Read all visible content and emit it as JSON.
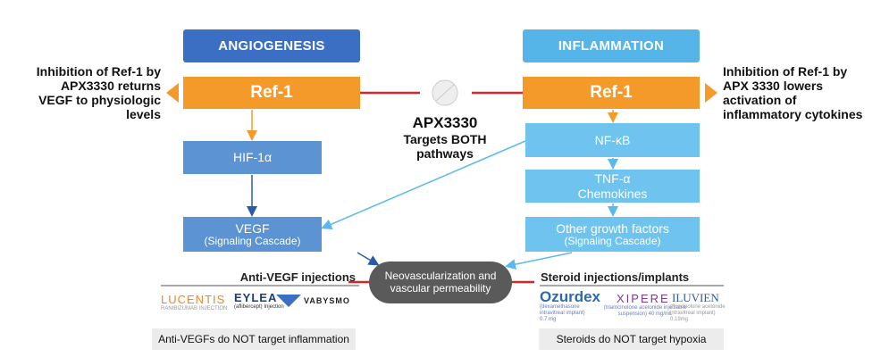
{
  "left": {
    "header": "ANGIOGENESIS",
    "ref": "Ref-1",
    "hif": "HIF-1α",
    "vegf": "VEGF",
    "vegf_sub": "(Signaling Cascade)",
    "side_text": [
      "Inhibition of Ref-1 by",
      "APX3330 returns",
      "VEGF to physiologic",
      "levels"
    ],
    "injections_label": "Anti-VEGF injections",
    "logos": [
      "LUCENTIS",
      "EYLEA",
      "VABYSMO"
    ],
    "logo_subs": [
      "RANIBIZUMAB INJECTION",
      "(aflibercept) Injection"
    ],
    "note": "Anti-VEGFs do NOT target inflammation"
  },
  "right": {
    "header": "INFLAMMATION",
    "ref": "Ref-1",
    "nfkb": "NF-κB",
    "tnf": "TNF-α",
    "tnf_sub": "Chemokines",
    "other": "Other growth factors",
    "other_sub": "(Signaling Cascade)",
    "side_text": [
      "Inhibition of Ref-1 by",
      "APX 3330 lowers",
      "activation of",
      "inflammatory cytokines"
    ],
    "injections_label": "Steroid injections/implants",
    "logos": [
      "Ozurdex",
      "XIPERE",
      "ILUVIEN"
    ],
    "logo_subs": [
      "(dexamethasone intravitreal implant) 0.7 mg",
      "(triamcinolone acetonide injectable suspension) 40 mg/mL",
      "(fluocinolone acetonide intravitreal implant) 0.19mg"
    ],
    "note": "Steroids do NOT target hypoxia"
  },
  "center": {
    "drug": "APX3330",
    "line2": "Targets BOTH",
    "line3": "pathways",
    "outcome": "Neovascularization and vascular permeability"
  },
  "colors": {
    "angio": "#3a6fc4",
    "inflam": "#56b5e8",
    "orange": "#f39a2b",
    "mid_blue": "#5b93d3",
    "light_blue": "#6fc3ef",
    "inhibit_red": "#d9252a",
    "outcome": "#5a5a5a"
  }
}
